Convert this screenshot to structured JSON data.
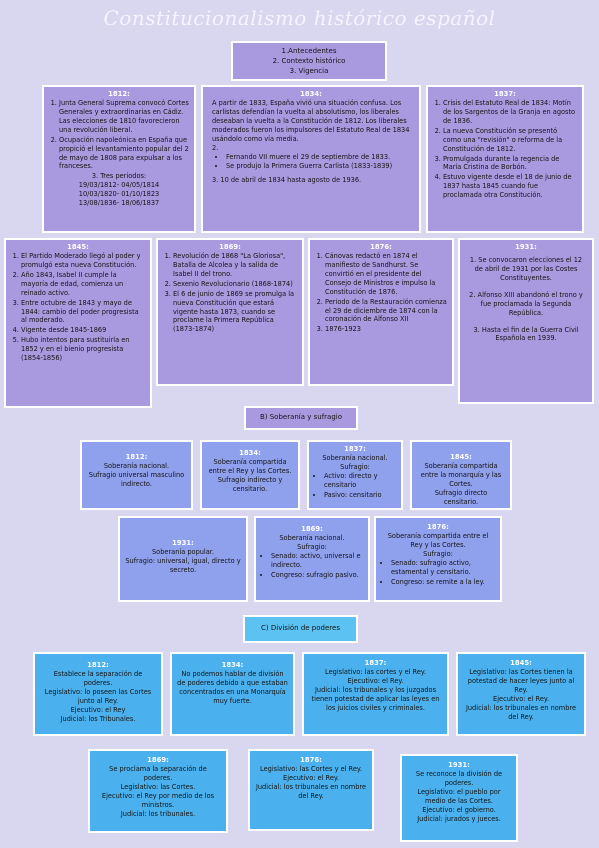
{
  "title": "Constitucionalismo histórico español",
  "index": [
    "1.Antecedentes",
    "2. Contexto histórico",
    "3.  Vigencia"
  ],
  "section_b": "B) Soberanía y sufragio",
  "section_c": "C) División de poderes",
  "context": {
    "y1812": {
      "year": "1812:",
      "items": [
        "Junta General Suprema convocó Cortes Generales y extraordinarias en Cádiz. Las  elecciones de 1810 favorecieron una revolución liberal.",
        "Ocupación napoleónica en España que propició el levantamiento popular del 2 de mayo de 1808 para expulsar a los franceses."
      ],
      "periods_label": "3.  Tres periodos:",
      "periods": [
        "19/03/1812- 04/05/1814",
        "10/03/1820- 01/10/1823",
        "13/08/1836- 18/06/1837"
      ]
    },
    "y1834": {
      "year": "1834:",
      "p1": "A partir de 1833, España vivió una situación confusa. Los carlistas defendían la vuelta al absolutismo, los liberales deseaban la vuelta a la Constitución de 1812. Los liberales moderados fueron los impulsores del Estatuto Real de 1834 usándolo como vía media.",
      "p2_label": "2.",
      "p2_items": [
        "Fernando VII muere el 29 de septiembre de 1833.",
        "Se produjo la Primera Guerra Carlista (1833-1839)"
      ],
      "p3": "3. 10 de abril de 1834 hasta agosto de 1936."
    },
    "y1837": {
      "year": "1837:",
      "items": [
        "Crisis del Estatuto Real de 1834: Motín de los Sargentos de la Granja en agosto de 1836.",
        "La nueva Constitución se presentó como una \"revisión\" o reforma de la Constitución de 1812.",
        "Promulgada durante la regencia de María Cristina de Borbón.",
        "Estuvo vigente desde el 18 de junio de 1837 hasta 1845 cuando fue proclamada otra Constitución."
      ]
    },
    "y1845": {
      "year": "1845:",
      "items": [
        "El Partido Moderado llegó al poder y promulgó esta nueva Constitución.",
        "Año 1843, Isabel II cumple la mayoría de edad, comienza un reinado activo.",
        "Entre octubre de 1843 y mayo de 1844: cambio del poder progresista al moderado.",
        "Vigente desde 1845-1869",
        "Hubo intentos para sustituirla en 1852 y en el bienio progresista (1854-1856)"
      ]
    },
    "y1869": {
      "year": "1869:",
      "items": [
        "Revolución de 1868 \"La Gloriosa\", Batalla de Alcolea y la salida de Isabel II del trono.",
        "Sexenio Revolucionario (1868-1874)",
        "El 6 de junio de 1869 se promulga la nueva Constitución que estará vigente hasta 1873, cuando se proclame la Primera República (1873-1874)"
      ]
    },
    "y1876": {
      "year": "1876:",
      "items": [
        "Cánovas redactó en 1874 el manifiesto de Sandhurst. Se convirtió en el presidente del Consejo de Ministros e impulso la Constitución de 1876.",
        "Periodo de la Restauración comienza el 29 de diciembre de 1874 con la coronación de Alfonso XII",
        "1876-1923"
      ]
    },
    "y1931": {
      "year": "1931:",
      "items": [
        "1. Se convocaron elecciones el 12 de abril de 1931 por las Costes Constituyentes.",
        "2. Alfonso XIII abandonó el trono y fue proclamada la Segunda República.",
        "3. Hasta el fin de la Guerra Civil Española en 1939."
      ]
    }
  },
  "sovereignty": {
    "s1812": {
      "year": "1812:",
      "lines": [
        "Soberanía nacional.",
        "Sufragio universal masculino indirecto."
      ]
    },
    "s1834": {
      "year": "1834:",
      "lines": [
        "Soberanía compartida entre el Rey y las Cortes.",
        "Sufragio indirecto y censitario."
      ]
    },
    "s1837": {
      "year": "1837:",
      "lines": [
        "Soberanía nacional.",
        "Sufragio:"
      ],
      "items": [
        "Activo: directo y censitario",
        "Pasivo: censitario"
      ]
    },
    "s1845": {
      "year": "1845:",
      "lines": [
        "Soberanía compartida entre la monarquía y las Cortes.",
        "Sufragio directo censitario."
      ]
    },
    "s1931": {
      "year": "1931:",
      "lines": [
        "Soberanía popular.",
        "Sufragio: universal, igual, directo y secreto."
      ]
    },
    "s1869": {
      "year": "1869:",
      "lines": [
        "Soberanía nacional.",
        "Sufragio:"
      ],
      "items": [
        "Senado: activo, universal e indirecto.",
        "Congreso: sufragio pasivo."
      ]
    },
    "s1876": {
      "year": "1876:",
      "lines": [
        "Soberanía compartida entre el Rey y las Cortes.",
        "Sufragio:"
      ],
      "items": [
        "Senado: sufragio activo, estamental y censitario.",
        "Congreso: se remite a la ley."
      ]
    }
  },
  "powers": {
    "p1812": {
      "year": "1812:",
      "lines": [
        "Establece la separación de poderes.",
        "Legislativo: lo poseen las Cortes junto al Rey.",
        "Ejecutivo: el Rey",
        "Judicial: los Tribunales."
      ]
    },
    "p1834": {
      "year": "1834:",
      "lines": [
        "No podemos hablar de división de poderes debido a que estaban concentrados en una Monarquía muy fuerte."
      ]
    },
    "p1837": {
      "year": "1837:",
      "lines": [
        "Legislativo: las cortes y el Rey.",
        "Ejecutivo: el Rey.",
        "Judicial: los tribunales y los juzgados tienen potestad de aplicar las leyes en los juicios civiles y criminales."
      ]
    },
    "p1845": {
      "year": "1845:",
      "lines": [
        "Legislativo: las Cortes tienen la potestad de hacer leyes junto al Rey.",
        "Ejecutivo: el Rey.",
        "Judicial: los tribunales en nombre del Rey."
      ]
    },
    "p1869": {
      "year": "1869:",
      "lines": [
        "Se proclama la separación de poderes.",
        "Legislativo: las Cortes.",
        "Ejecutivo: el Rey por medio de los ministros.",
        "Judicial: los tribunales."
      ]
    },
    "p1876": {
      "year": "1876:",
      "lines": [
        "Legislativo: las Cortes y el Rey.",
        "Ejecutivo: el Rey.",
        "Judicial: los tribunales en nombre del Rey."
      ]
    },
    "p1931": {
      "year": "1931:",
      "lines": [
        "Se reconoce la división de poderes.",
        "Legislativo: el pueblo por medio de las Cortes.",
        "Ejecutivo: el gobierno.",
        "Judicial: jurados y jueces."
      ]
    }
  },
  "colors": {
    "background": "#d9d6ef",
    "purple": "#a99ae0",
    "indigo": "#8fa0ec",
    "cyan": "#4bb1ee",
    "year_text": "#ffffff"
  }
}
